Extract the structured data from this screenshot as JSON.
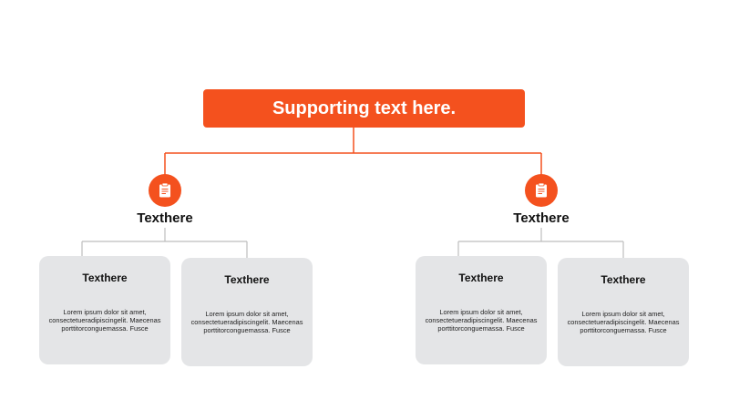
{
  "diagram": {
    "top_label": "Supporting text here.",
    "accent_color": "#f4511e",
    "connector_color_top": "#f4511e",
    "connector_color_bottom": "#bdbdbd",
    "card_color": "#e4e5e7",
    "icon": "clipboard-icon",
    "branches": [
      {
        "title": "Texthere",
        "cards": [
          {
            "title": "Texthere",
            "lines": [
              "Lorem ipsum dolor sit amet,",
              "consectetueradipiscingelit. Maecenas",
              "porttitorconguemassa. Fusce"
            ]
          },
          {
            "title": "Texthere",
            "lines": [
              "Lorem ipsum dolor sit amet,",
              "consectetueradipiscingelit. Maecenas",
              "porttitorconguemassa. Fusce"
            ]
          }
        ]
      },
      {
        "title": "Texthere",
        "cards": [
          {
            "title": "Texthere",
            "lines": [
              "Lorem ipsum dolor sit amet,",
              "consectetueradipiscingelit. Maecenas",
              "porttitorconguemassa. Fusce"
            ]
          },
          {
            "title": "Texthere",
            "lines": [
              "Lorem ipsum dolor sit amet,",
              "consectetueradipiscingelit. Maecenas",
              "porttitorconguemassa. Fusce"
            ]
          }
        ]
      }
    ]
  }
}
